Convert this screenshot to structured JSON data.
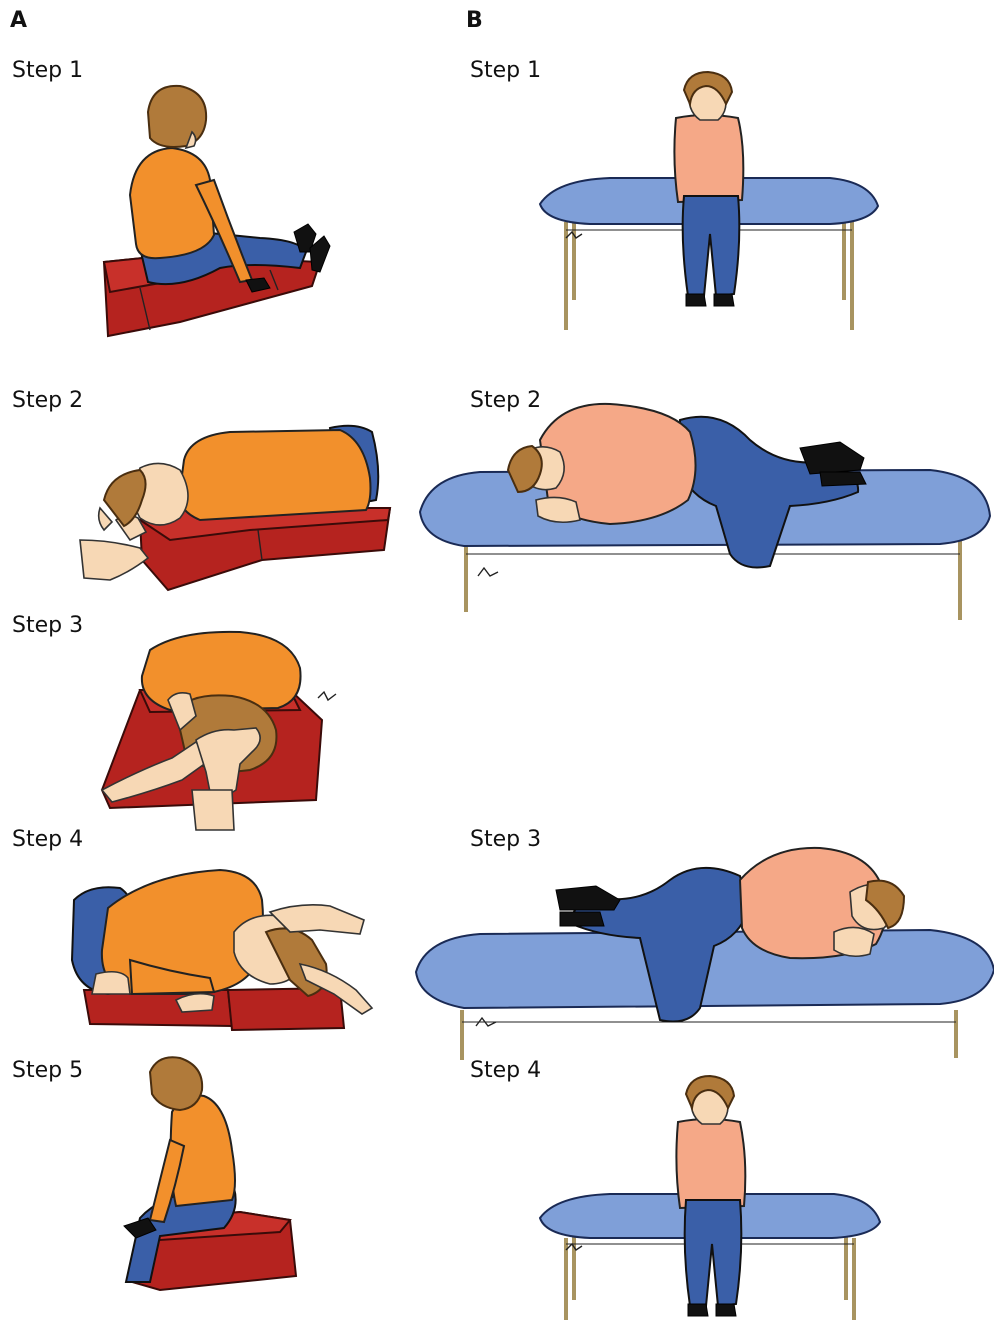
{
  "panels": {
    "a": {
      "letter": "A",
      "steps": [
        "Step 1",
        "Step 2",
        "Step 3",
        "Step 4",
        "Step 5"
      ]
    },
    "b": {
      "letter": "B",
      "steps": [
        "Step 1",
        "Step 2",
        "Step 3",
        "Step 4"
      ]
    }
  },
  "colors": {
    "mat": "#b5231f",
    "table_top": "#7f9fd8",
    "table_legs": "#c9b47e",
    "shirt_a": "#f2902c",
    "shirt_b": "#f5a887",
    "pants": "#3a5fa8",
    "hair": "#b07a3a",
    "skin": "#f7d8b5"
  }
}
